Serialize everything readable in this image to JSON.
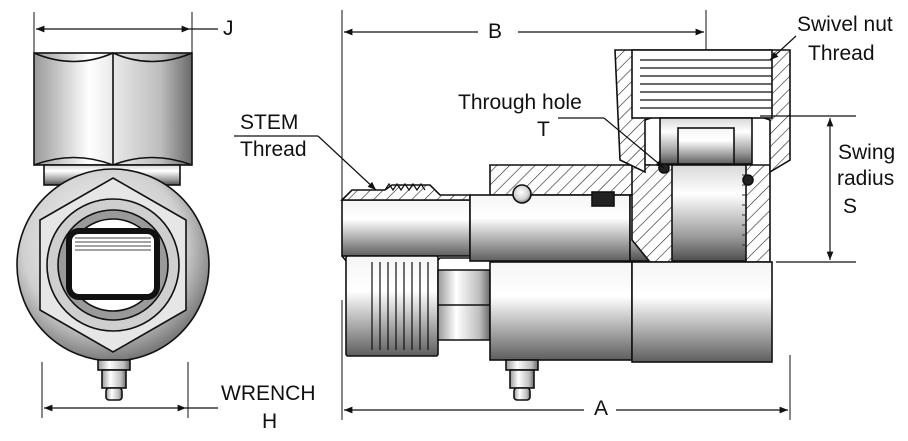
{
  "labels": {
    "j": "J",
    "b": "B",
    "a": "A",
    "swivel_nut": "Swivel nut",
    "thread_top": "Thread",
    "through_hole": "Through hole",
    "t": "T",
    "stem": "STEM",
    "thread_stem": "Thread",
    "swing": "Swing",
    "radius": "radius",
    "s": "S",
    "wrench": "WRENCH",
    "h": "H"
  },
  "colors": {
    "line": "#111111",
    "metal_light": "#f2f2f2",
    "metal_mid": "#bdbdbd",
    "metal_dark": "#6e6e6e",
    "section": "#ffffff",
    "hatch": "#222222"
  }
}
